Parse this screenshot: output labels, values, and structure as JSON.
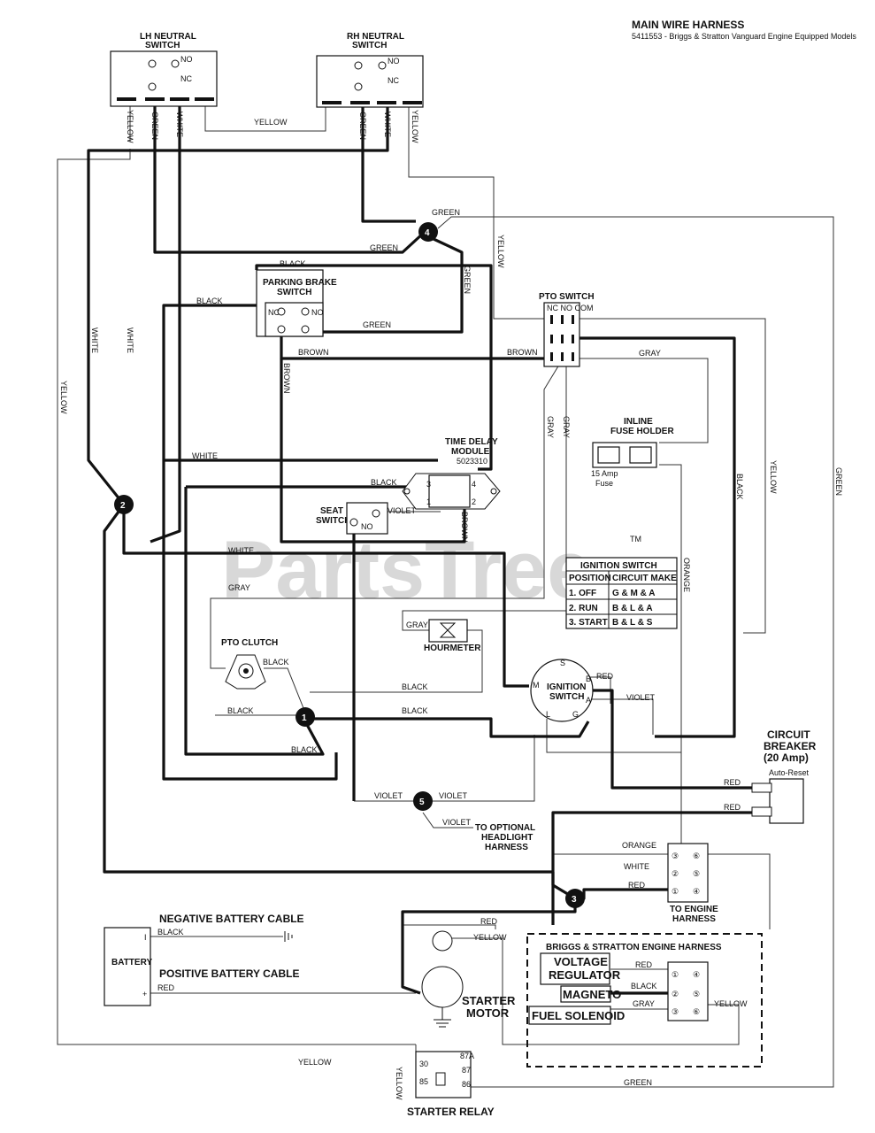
{
  "header": {
    "title": "MAIN WIRE HARNESS",
    "subtitle": "5411553 - Briggs & Stratton Vanguard Engine Equipped Models"
  },
  "watermark": {
    "text": "PartsTree",
    "tm": "TM"
  },
  "components": {
    "lh_neutral": [
      "LH NEUTRAL",
      "SWITCH"
    ],
    "rh_neutral": [
      "RH NEUTRAL",
      "SWITCH"
    ],
    "parking_brake": [
      "PARKING BRAKE",
      "SWITCH"
    ],
    "pto_switch": "PTO SWITCH",
    "time_delay": [
      "TIME DELAY",
      "MODULE",
      "5023310"
    ],
    "seat_switch": [
      "SEAT",
      "SWITCH"
    ],
    "inline_fuse": [
      "INLINE",
      "FUSE HOLDER"
    ],
    "fuse": [
      "15 Amp",
      "Fuse"
    ],
    "pto_clutch": "PTO CLUTCH",
    "hourmeter": "HOURMETER",
    "ignition_switch": [
      "IGNITION",
      "SWITCH"
    ],
    "circuit_breaker": [
      "CIRCUIT",
      "BREAKER",
      "(20 Amp)",
      "Auto-Reset"
    ],
    "optional_headlight": [
      "TO OPTIONAL",
      "HEADLIGHT",
      "HARNESS"
    ],
    "engine_harness": [
      "TO ENGINE",
      "HARNESS"
    ],
    "negative_cable": "NEGATIVE BATTERY CABLE",
    "positive_cable": "POSITIVE BATTERY CABLE",
    "battery": "BATTERY",
    "starter_motor": [
      "STARTER",
      "MOTOR"
    ],
    "starter_relay": "STARTER RELAY",
    "bs_engine_harness": "BRIGGS & STRATTON ENGINE HARNESS",
    "voltage_regulator": [
      "VOLTAGE",
      "REGULATOR"
    ],
    "magneto": "MAGNETO",
    "fuel_solenoid": "FUEL SOLENOID"
  },
  "terminals": {
    "no": "NO",
    "nc": "NC",
    "com": "COM",
    "pto": "NC  NO COM",
    "ign_s": "S",
    "ign_m": "M",
    "ign_b": "B",
    "ign_a": "A",
    "ign_l": "L",
    "ign_g": "G",
    "relay_30": "30",
    "relay_87a": "87A",
    "relay_87": "87",
    "relay_85": "85",
    "relay_86": "86",
    "tdm_3": "3",
    "tdm_4": "4",
    "tdm_1": "1",
    "tdm_2": "2",
    "batt_neg": "I",
    "batt_pos": "+"
  },
  "connectors": {
    "c1": "1",
    "c2": "2",
    "c3": "3",
    "c4": "4",
    "c5": "5",
    "pins": [
      "③",
      "⑥",
      "②",
      "⑤",
      "①",
      "④"
    ]
  },
  "ignition_table": {
    "title": "IGNITION SWITCH",
    "headers": [
      "POSITION",
      "CIRCUIT MAKE"
    ],
    "rows": [
      [
        "1. OFF",
        "G & M & A"
      ],
      [
        "2. RUN",
        "B & L & A"
      ],
      [
        "3. START",
        "B & L & S"
      ]
    ]
  },
  "wire_labels": {
    "yellow": "YELLOW",
    "green": "GREEN",
    "white": "WHITE",
    "black": "BLACK",
    "brown": "BROWN",
    "gray": "GRAY",
    "violet": "VIOLET",
    "red": "RED",
    "orange": "ORANGE"
  }
}
